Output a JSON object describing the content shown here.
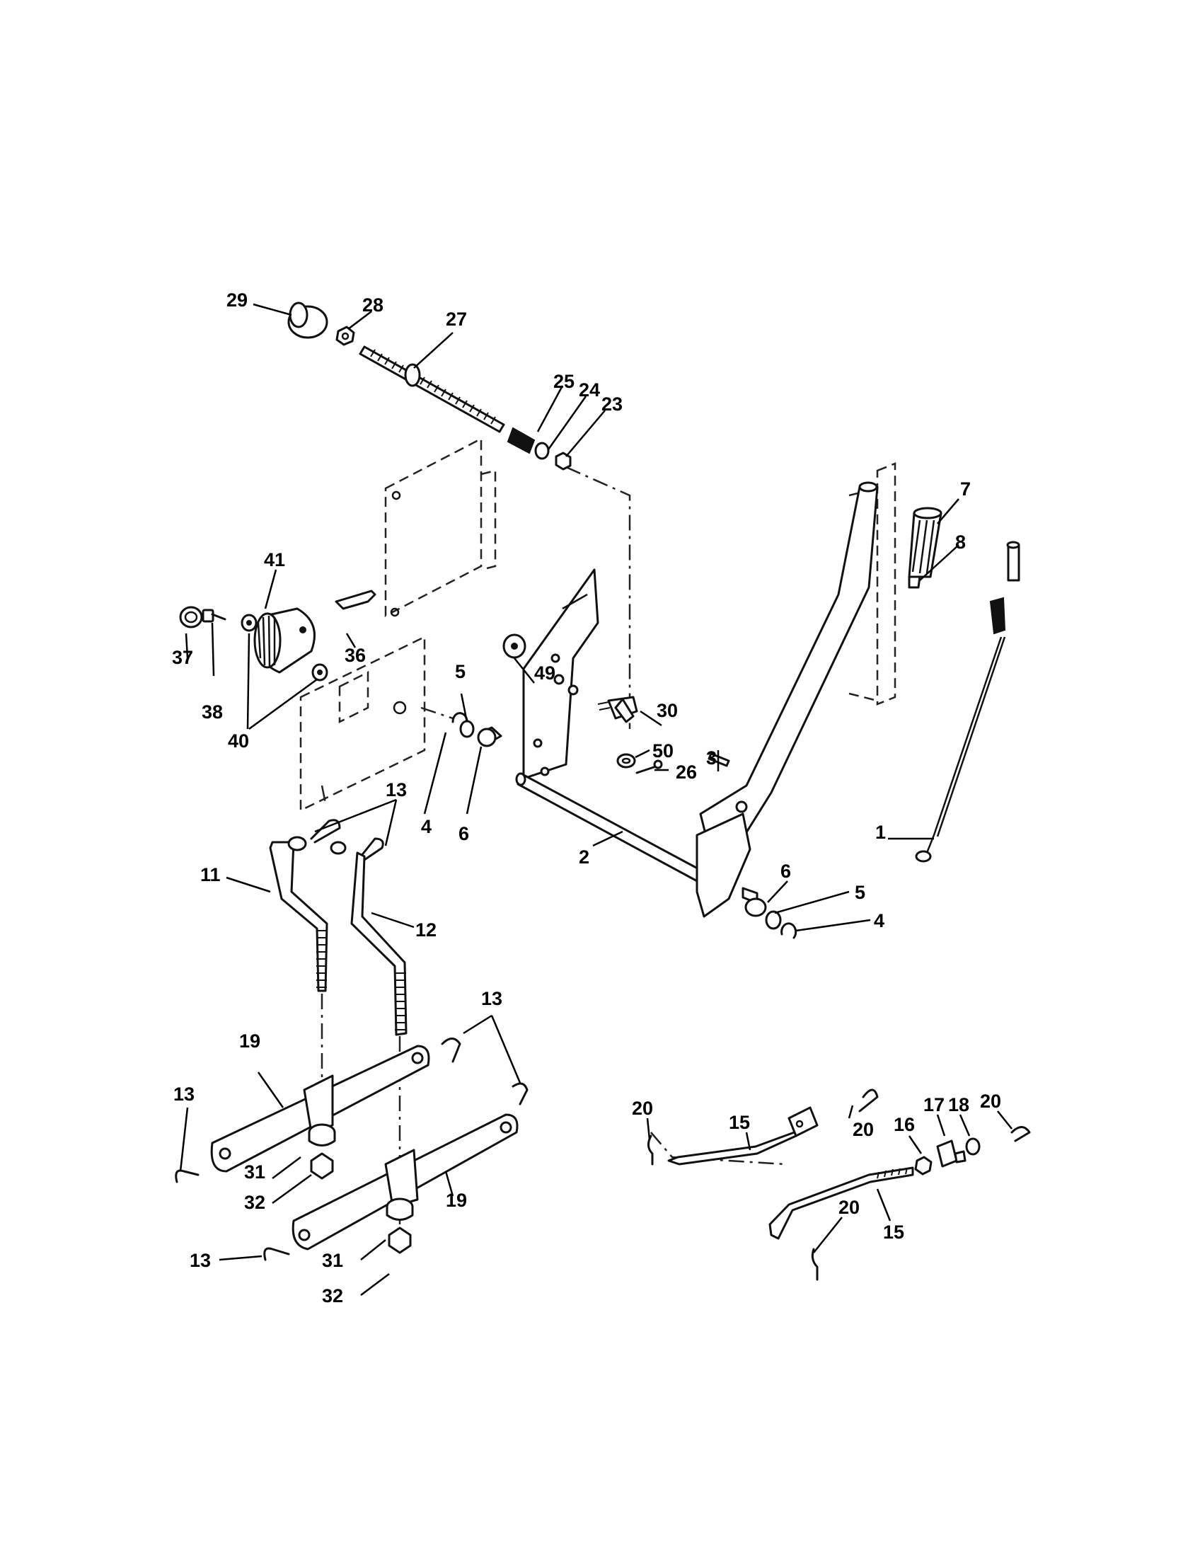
{
  "callouts": {
    "c1": "1",
    "c2": "2",
    "c3": "3",
    "c4a": "4",
    "c4b": "4",
    "c5a": "5",
    "c5b": "5",
    "c6a": "6",
    "c6b": "6",
    "c7": "7",
    "c8": "8",
    "c11": "11",
    "c12": "12",
    "c13a": "13",
    "c13b": "13",
    "c13c": "13",
    "c13d": "13",
    "c15a": "15",
    "c15b": "15",
    "c16": "16",
    "c17": "17",
    "c18": "18",
    "c19a": "19",
    "c19b": "19",
    "c20a": "20",
    "c20b": "20",
    "c20c": "20",
    "c20d": "20",
    "c23": "23",
    "c24": "24",
    "c25": "25",
    "c26": "26",
    "c27": "27",
    "c28": "28",
    "c29": "29",
    "c30": "30",
    "c31a": "31",
    "c31b": "31",
    "c32a": "32",
    "c32b": "32",
    "c36": "36",
    "c37": "37",
    "c38": "38",
    "c40": "40",
    "c41": "41",
    "c49": "49",
    "c50": "50"
  }
}
